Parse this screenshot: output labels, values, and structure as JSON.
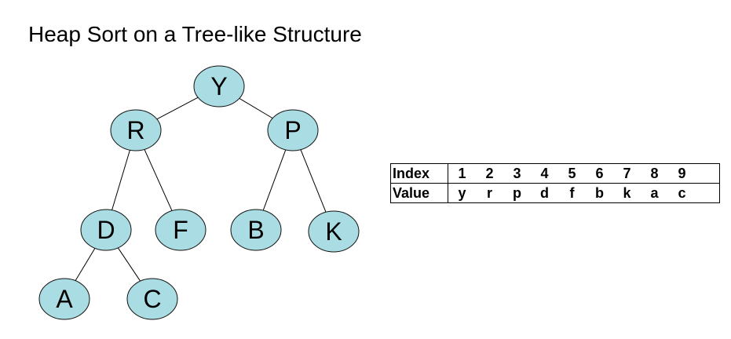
{
  "title": "Heap Sort on a Tree-like Structure",
  "colors": {
    "node_fill": "#aadde3",
    "node_stroke": "#111111",
    "edge": "#000000"
  },
  "tree": {
    "nodes": [
      {
        "id": "Y",
        "label": "Y"
      },
      {
        "id": "R",
        "label": "R"
      },
      {
        "id": "P",
        "label": "P"
      },
      {
        "id": "D",
        "label": "D"
      },
      {
        "id": "F",
        "label": "F"
      },
      {
        "id": "B",
        "label": "B"
      },
      {
        "id": "K",
        "label": "K"
      },
      {
        "id": "A",
        "label": "A"
      },
      {
        "id": "C",
        "label": "C"
      }
    ],
    "edges": [
      [
        "Y",
        "R"
      ],
      [
        "Y",
        "P"
      ],
      [
        "R",
        "D"
      ],
      [
        "R",
        "F"
      ],
      [
        "P",
        "B"
      ],
      [
        "P",
        "K"
      ],
      [
        "D",
        "A"
      ],
      [
        "D",
        "C"
      ]
    ]
  },
  "table": {
    "index_label": "Index",
    "value_label": "Value",
    "indices": [
      "1",
      "2",
      "3",
      "4",
      "5",
      "6",
      "7",
      "8",
      "9"
    ],
    "values": [
      "y",
      "r",
      "p",
      "d",
      "f",
      "b",
      "k",
      "a",
      "c"
    ]
  }
}
